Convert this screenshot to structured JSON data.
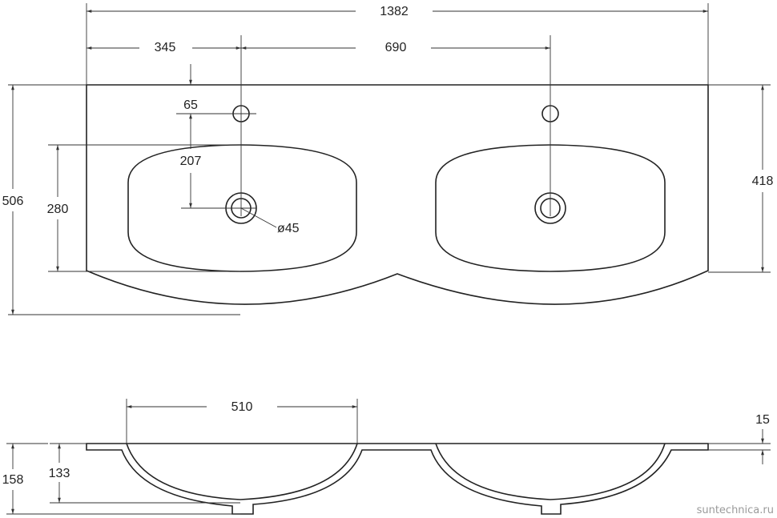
{
  "top_view": {
    "overall_width": "1382",
    "left_tap_offset": "345",
    "tap_spacing": "690",
    "tap_hole_to_edge": "65",
    "tap_to_drain": "207",
    "drain_diameter": "ø45",
    "bowl_depth": "280",
    "total_depth": "506",
    "edge_depth": "418"
  },
  "side_view": {
    "bowl_width": "510",
    "slab_thickness": "15",
    "bowl_height": "133",
    "total_height": "158"
  },
  "watermark": "suntechnica.ru",
  "colors": {
    "line": "#222222",
    "dimension": "#333333"
  }
}
